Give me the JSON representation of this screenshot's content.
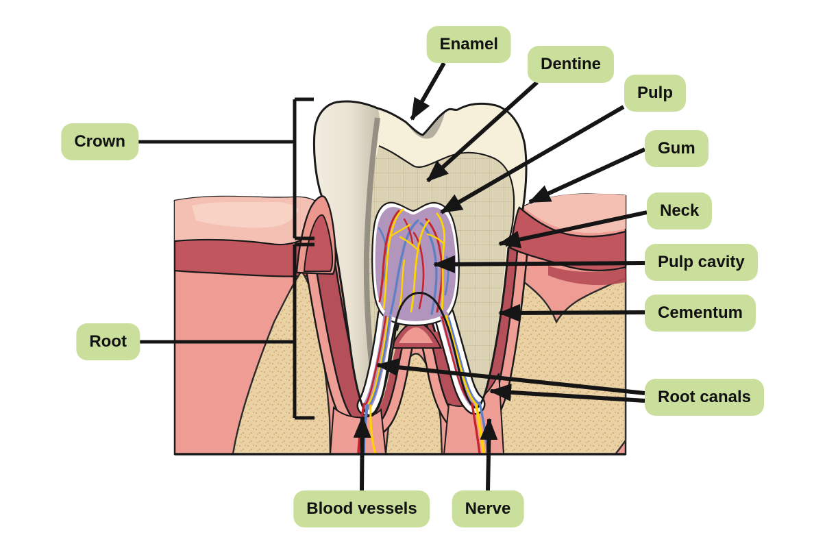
{
  "labels": {
    "crown": "Crown",
    "root": "Root",
    "enamel": "Enamel",
    "dentine": "Dentine",
    "pulp": "Pulp",
    "gum": "Gum",
    "neck": "Neck",
    "pulp_cavity": "Pulp cavity",
    "cementum": "Cementum",
    "root_canals": "Root canals",
    "blood_vessels": "Blood vessels",
    "nerve": "Nerve"
  },
  "colors": {
    "label_bg": "#cbdf9d",
    "label_text": "#111111",
    "arrow": "#151515",
    "outline": "#1a1a1a",
    "gum_light": "#f5c0b4",
    "gum_highlight": "#f8d6c8",
    "gum_mid": "#ee9c94",
    "gum_dark": "#c2565e",
    "bone": "#ead2a4",
    "bone_speckle": "#c69d63",
    "enamel_cream": "#f6f0da",
    "tooth_outer_light": "#f3ede1",
    "tooth_outer_shade": "#c9c1ae",
    "dentine_tan": "#ddd3b5",
    "pulp_purple": "#b295bc",
    "vessel_red": "#c3242e",
    "vessel_blue": "#6080c4",
    "vessel_yellow": "#ffd400"
  }
}
